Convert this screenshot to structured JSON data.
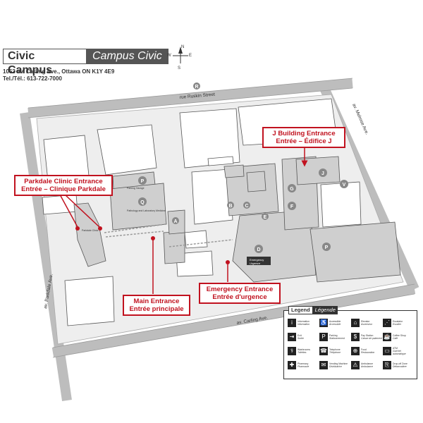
{
  "title": {
    "english": "Civic Campus",
    "french": "Campus Civic"
  },
  "address": {
    "line1": "1053 av. Carling Ave., Ottawa ON K1Y 4E9",
    "line2": "Tel./Tél.: 613-722-7000"
  },
  "compass": {
    "n": "N",
    "s": "S",
    "e": "E",
    "w": "W"
  },
  "streets": {
    "ruskin": "rue Ruskin Street",
    "carling": "av. Carling Ave.",
    "parkdale": "av. Parkdale Ave.",
    "melrose": "av. Melrose Ave."
  },
  "callouts": {
    "j_building": {
      "en": "J Building Entrance",
      "fr": "Entrée – Édifice J"
    },
    "parkdale": {
      "en": "Parkdale Clinic Entrance",
      "fr": "Entrée – Clinique Parkdale"
    },
    "main": {
      "en": "Main Entrance",
      "fr": "Entrée principale"
    },
    "emergency": {
      "en": "Emergency Entrance",
      "fr": "Entrée d'urgence"
    }
  },
  "building_letters": {
    "a": "A",
    "b": "B",
    "c": "C",
    "d": "D",
    "e": "E",
    "f": "F",
    "g": "G",
    "j": "J",
    "p": "P",
    "q": "Q",
    "r": "R",
    "v": "V"
  },
  "map_labels": {
    "parking_garage": "Parking Garage",
    "pathology": "Pathology and Laboratory Medicine",
    "parkdale_clinic": "Parkdale Clinic",
    "emergency_sign": "Emergency",
    "urgence_sign": "Urgence"
  },
  "parking_symbol": "P",
  "legend": {
    "title_en": "Legend",
    "title_fr": "Légende",
    "items": [
      {
        "icon": "i",
        "icon_name": "information-icon",
        "en": "Information",
        "fr": "Information"
      },
      {
        "icon": "♿",
        "icon_name": "accessible-icon",
        "en": "Accessible",
        "fr": "Accessible"
      },
      {
        "icon": "⌂",
        "icon_name": "elevator-icon",
        "en": "Elevator",
        "fr": "Ascenseur"
      },
      {
        "icon": "⋰",
        "icon_name": "escalator-icon",
        "en": "Escalator",
        "fr": "Escalier"
      },
      {
        "icon": "⇥",
        "icon_name": "exit-icon",
        "en": "Exit",
        "fr": "Sortie"
      },
      {
        "icon": "P",
        "icon_name": "parking-icon",
        "en": "Parking",
        "fr": "Stationnement"
      },
      {
        "icon": "$",
        "icon_name": "pay-station-icon",
        "en": "Pay Station",
        "fr": "Caisse de paiement"
      },
      {
        "icon": "☕",
        "icon_name": "coffee-icon",
        "en": "Coffee Shop",
        "fr": "Café"
      },
      {
        "icon": "⚕",
        "icon_name": "washroom-icon",
        "en": "Washrooms",
        "fr": "Toilettes"
      },
      {
        "icon": "☎",
        "icon_name": "telephone-icon",
        "en": "Telephone",
        "fr": "Téléphone"
      },
      {
        "icon": "⊕",
        "icon_name": "food-icon",
        "en": "Food",
        "fr": "Restauration"
      },
      {
        "icon": "▭",
        "icon_name": "atm-icon",
        "en": "ATM",
        "fr": "Guichet automatique"
      },
      {
        "icon": "✚",
        "icon_name": "pharmacy-icon",
        "en": "Pharmacy",
        "fr": "Pharmacie"
      },
      {
        "icon": "✉",
        "icon_name": "vending-icon",
        "en": "Vending Machine",
        "fr": "Distributrice"
      },
      {
        "icon": "⚠",
        "icon_name": "ambulance-icon",
        "en": "Ambulance",
        "fr": "Ambulance"
      },
      {
        "icon": "⎘",
        "icon_name": "drop-off-icon",
        "en": "Drop-off Zone",
        "fr": "Débarcadère"
      }
    ]
  }
}
